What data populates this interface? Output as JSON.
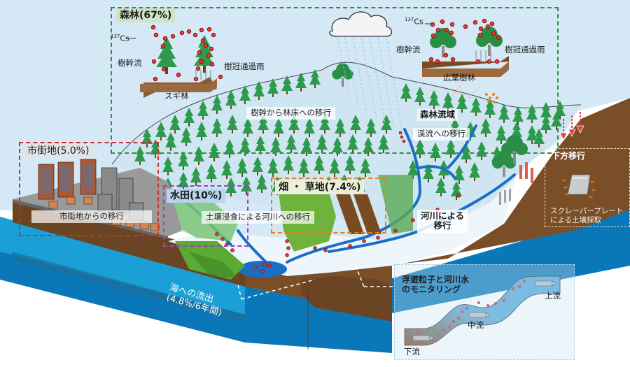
{
  "diagram": {
    "topic": "137Cs migration in a watershed",
    "colors": {
      "sky": "#d4e9f5",
      "forest_green": "#2e8b4a",
      "soil_brown": "#6b4423",
      "sea_light": "#1aa0d6",
      "sea_dark": "#0a78b8",
      "cs_particle": "#d42020",
      "forest_box": "#2f8f3f",
      "urban_box": "#d42a2a",
      "paddy_box": "#9b40c0",
      "field_box": "#e87d1a",
      "monitoring_box": "#a9d2ea"
    },
    "regions": {
      "forest": {
        "label": "森林(67%)"
      },
      "urban": {
        "label": "市街地(5.0%)"
      },
      "paddy": {
        "label": "水田(10%)"
      },
      "field": {
        "label": "畑 ・ 草地(7.4%)"
      }
    },
    "forest_insets": {
      "cedar": {
        "isotope_sup": "137",
        "isotope": "Cs",
        "stemflow": "樹幹流",
        "throughfall": "樹冠通過雨",
        "caption": "スギ林"
      },
      "broadleaf": {
        "isotope_sup": "137",
        "isotope": "Cs",
        "stemflow": "樹幹流",
        "throughfall": "樹冠通過雨",
        "caption": "広葉樹林"
      }
    },
    "labels": {
      "trunk_to_floor": "樹幹から林床への移行",
      "forest_watershed": "森林流域",
      "to_stream": "渓流への移行",
      "from_urban": "市街地からの移行",
      "soil_erosion": "土壌浸食による河川への移行",
      "river_transport_1": "河川による",
      "river_transport_2": "移行",
      "downward": "下方移行",
      "scraper_1": "スクレーパープレート",
      "scraper_2": "による土壌採取",
      "outflow_1": "海への流出",
      "outflow_2": "(4.8%/6年間)"
    },
    "monitoring": {
      "title_1": "浮遊粒子と河川水",
      "title_2": "のモニタリング",
      "upstream": "上流",
      "midstream": "中流",
      "downstream": "下流"
    }
  }
}
